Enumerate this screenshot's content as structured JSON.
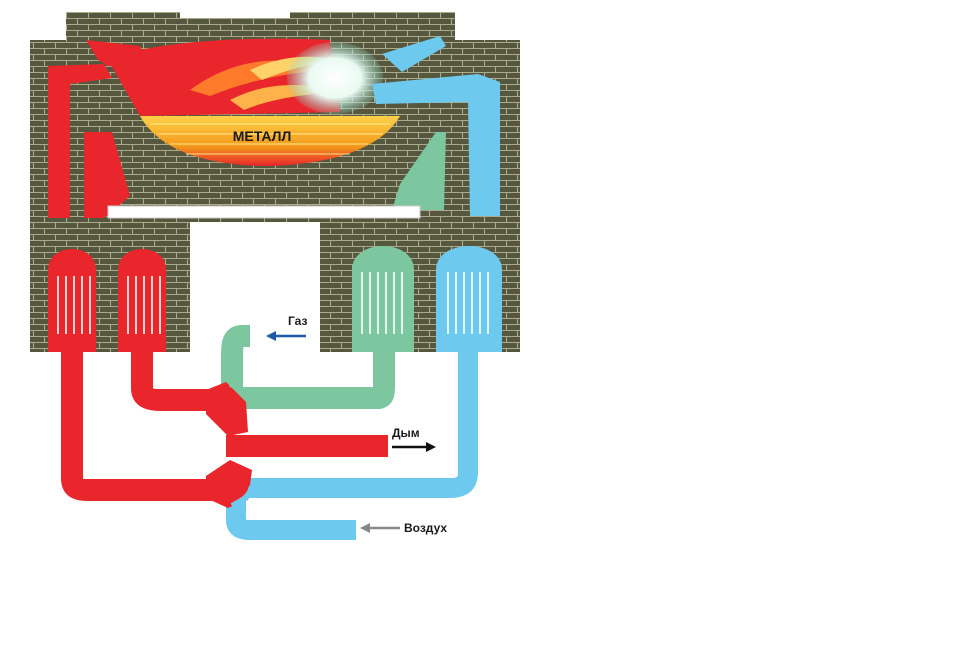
{
  "labels": {
    "metal": "МЕТАЛЛ",
    "gas": "Газ",
    "smoke": "Дым",
    "air": "Воздух"
  },
  "colors": {
    "hot": "#e8262c",
    "air": "#6ec9ee",
    "gas": "#7cc6a0",
    "brick": "#55573f",
    "metal": "#f4a21a",
    "arrow_gas": "#1f5aa8",
    "arrow_smoke": "#111111",
    "arrow_air": "#888888"
  },
  "icons": {
    "flame": "flame-icon",
    "gas_arrow": "arrow-left-icon",
    "smoke_arrow": "arrow-right-icon",
    "air_arrow": "arrow-left-icon"
  }
}
